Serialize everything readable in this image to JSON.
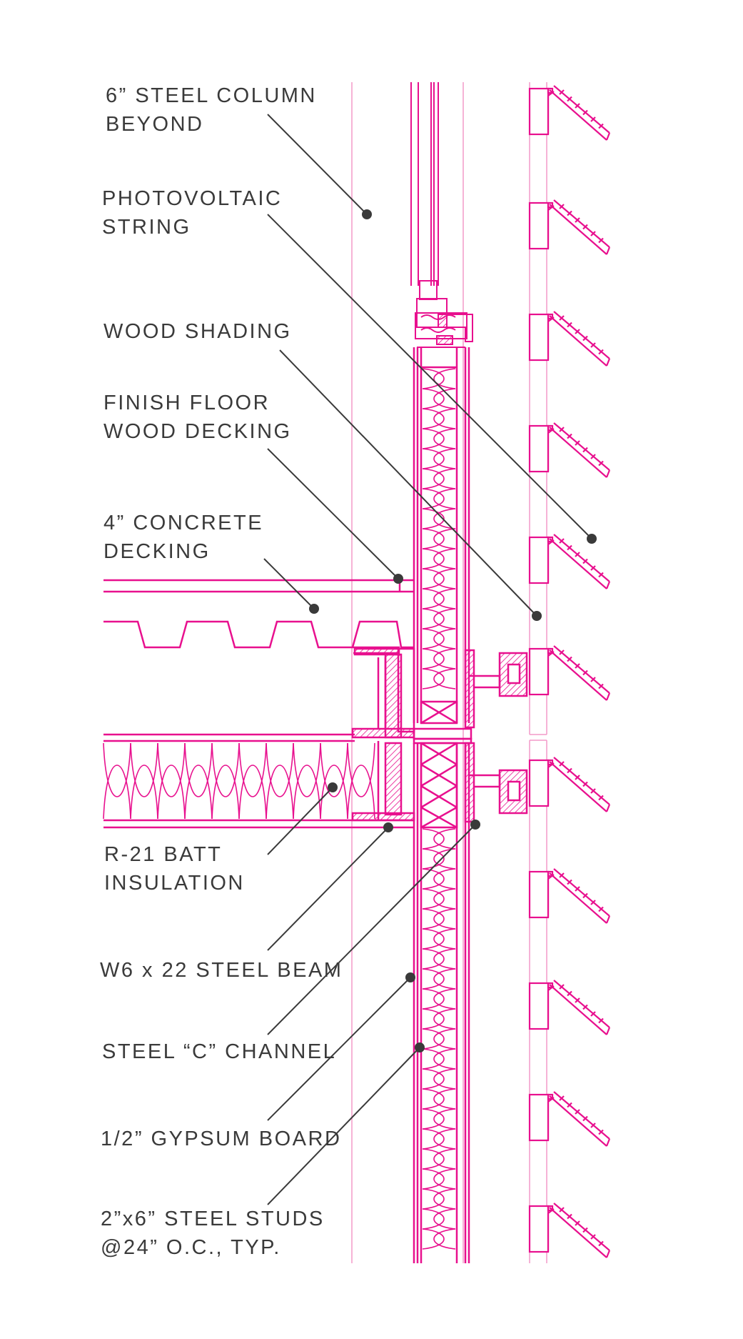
{
  "colors": {
    "detail": "#e8108e",
    "detail_light": "#f39ac9",
    "leader": "#3a3a3a",
    "text": "#3a3a3a",
    "background": "#ffffff"
  },
  "callouts": {
    "steel_column": {
      "line1": "6” STEEL COLUMN",
      "line2": "BEYOND"
    },
    "photovoltaic": {
      "line1": "PHOTOVOLTAIC",
      "line2": "STRING"
    },
    "wood_shading": {
      "line1": "WOOD SHADING"
    },
    "finish_floor": {
      "line1": "FINISH FLOOR",
      "line2": "WOOD DECKING"
    },
    "concrete": {
      "line1": "4” CONCRETE",
      "line2": "DECKING"
    },
    "batt": {
      "line1": "R-21  BATT",
      "line2": "INSULATION"
    },
    "beam": {
      "line1": "W6 x 22 STEEL BEAM"
    },
    "channel": {
      "line1": "STEEL “C” CHANNEL"
    },
    "gypsum": {
      "line1": "1/2” GYPSUM BOARD"
    },
    "studs": {
      "line1": "2”x6” STEEL STUDS",
      "line2": "@24” O.C., TYP."
    }
  }
}
